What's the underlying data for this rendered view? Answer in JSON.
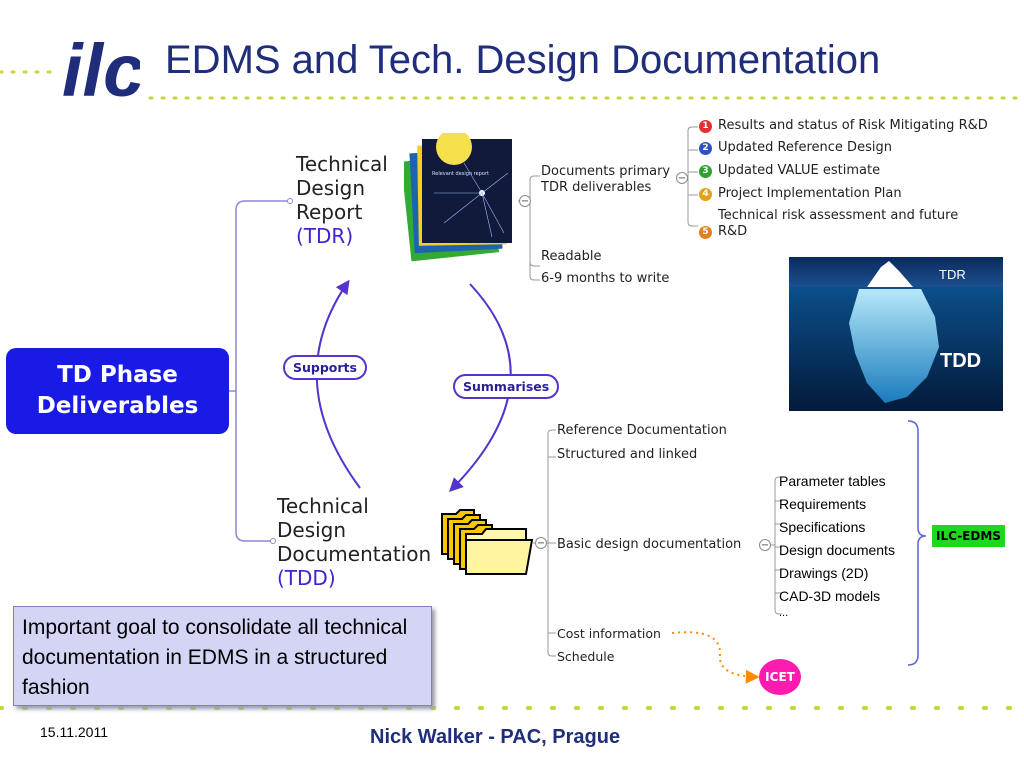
{
  "slide": {
    "title": "EDMS and Tech. Design Documentation",
    "logo_text": "ilc",
    "date": "15.11.2011",
    "author": "Nick Walker - PAC, Prague"
  },
  "mindmap": {
    "root": {
      "line1": "TD Phase",
      "line2": "Deliverables"
    },
    "tdr": {
      "line1": "Technical",
      "line2": "Design",
      "line3": "Report",
      "acronym": "(TDR)",
      "doc_primary_line1": "Documents primary",
      "doc_primary_line2": "TDR deliverables",
      "deliverables": [
        {
          "num": "1",
          "color": "#e03030",
          "text": "Results and status of Risk Mitigating R&D"
        },
        {
          "num": "2",
          "color": "#3050c0",
          "text": "Updated Reference Design"
        },
        {
          "num": "3",
          "color": "#30a030",
          "text": "Updated VALUE estimate"
        },
        {
          "num": "4",
          "color": "#e0a020",
          "text": "Project Implementation Plan"
        },
        {
          "num": "5",
          "color": "#e08020",
          "text_line1": "Technical risk assessment and future",
          "text_line2": "R&D"
        }
      ],
      "readable": "Readable",
      "time": "6-9 months to write"
    },
    "links": {
      "supports": "Supports",
      "summarises": "Summarises"
    },
    "tdd": {
      "line1": "Technical",
      "line2": "Design",
      "line3": "Documentation",
      "acronym": "(TDD)",
      "branches": {
        "reference": "Reference Documentation",
        "structured": "Structured and linked",
        "basic": "Basic design documentation",
        "cost": "Cost information",
        "schedule": "Schedule"
      },
      "basic_items": [
        "Parameter tables",
        "Requirements",
        "Specifications",
        "Design documents",
        "Drawings (2D)",
        "CAD-3D models",
        "..."
      ],
      "edms_label": "ILC-EDMS",
      "icet_label": "ICET"
    },
    "iceberg": {
      "top_label": "TDR",
      "bottom_label": "TDD"
    },
    "cover_text": "Relevant design report"
  },
  "note": "Important goal to consolidate all technical documentation in EDMS in a structured fashion",
  "colors": {
    "title": "#1f2d7a",
    "root_bg": "#1a1ae6",
    "accent": "#5533cc",
    "edms_green": "#1ed81e",
    "icet_pink": "#ff1ab0"
  }
}
